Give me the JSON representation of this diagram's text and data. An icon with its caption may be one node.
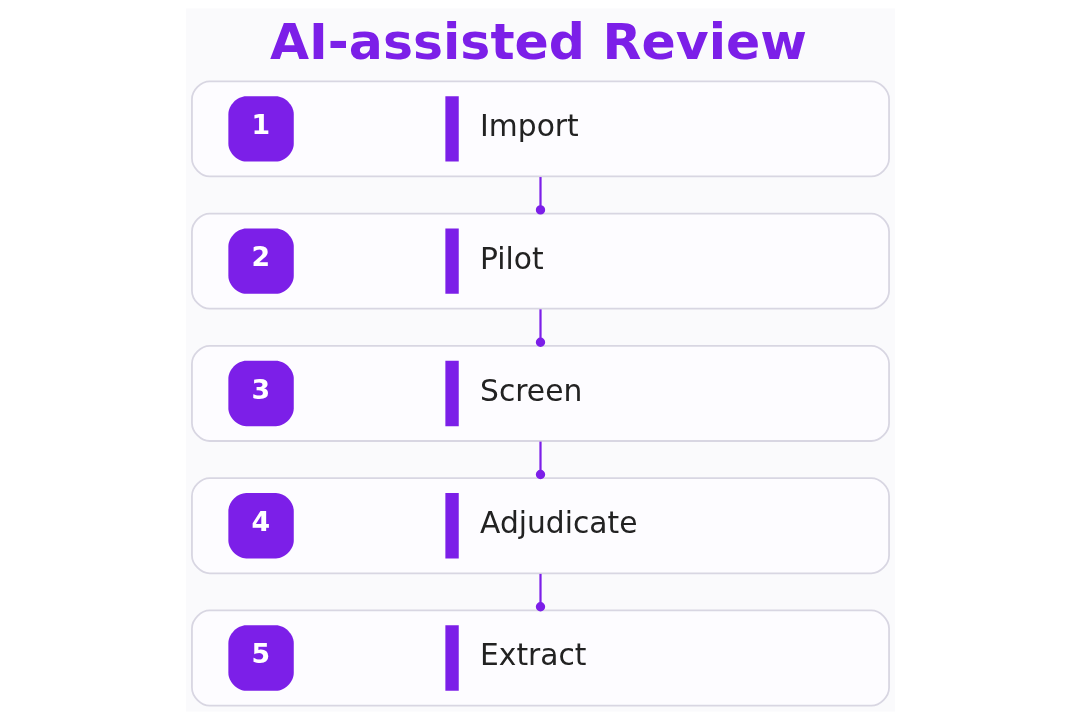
{
  "diagram": {
    "title": "AI-assisted Review",
    "nodes": [
      {
        "text": [
          "1",
          "Import"
        ]
      },
      {
        "text": [
          "2",
          "Pilot"
        ]
      },
      {
        "text": [
          "3",
          "Screen"
        ]
      },
      {
        "text": [
          "4",
          "Adjudicate"
        ]
      },
      {
        "text": [
          "5",
          "Extract"
        ]
      }
    ],
    "edges": [
      {
        "from": 0,
        "to": 1,
        "arrow": "other"
      },
      {
        "from": 1,
        "to": 2,
        "arrow": "other"
      },
      {
        "from": 2,
        "to": 3,
        "arrow": "other"
      },
      {
        "from": 3,
        "to": 4,
        "arrow": "other"
      }
    ]
  }
}
